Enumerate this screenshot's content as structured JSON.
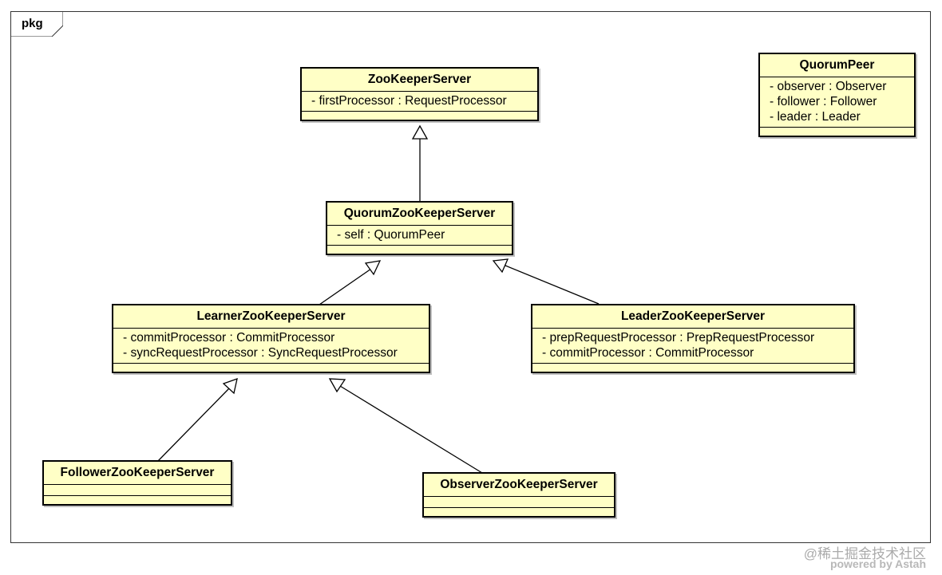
{
  "frame": {
    "label": "pkg"
  },
  "classes": {
    "zookeeper_server": {
      "name": "ZooKeeperServer",
      "attributes": [
        "- firstProcessor : RequestProcessor"
      ]
    },
    "quorum_peer": {
      "name": "QuorumPeer",
      "attributes": [
        "- observer : Observer",
        "- follower : Follower",
        "- leader : Leader"
      ]
    },
    "quorum_zookeeper_server": {
      "name": "QuorumZooKeeperServer",
      "attributes": [
        "- self : QuorumPeer"
      ]
    },
    "learner_zookeeper_server": {
      "name": "LearnerZooKeeperServer",
      "attributes": [
        "- commitProcessor : CommitProcessor",
        "- syncRequestProcessor : SyncRequestProcessor"
      ]
    },
    "leader_zookeeper_server": {
      "name": "LeaderZooKeeperServer",
      "attributes": [
        "- prepRequestProcessor : PrepRequestProcessor",
        "- commitProcessor : CommitProcessor"
      ]
    },
    "follower_zookeeper_server": {
      "name": "FollowerZooKeeperServer",
      "attributes": []
    },
    "observer_zookeeper_server": {
      "name": "ObserverZooKeeperServer",
      "attributes": []
    }
  },
  "generalizations": [
    {
      "from": "QuorumZooKeeperServer",
      "to": "ZooKeeperServer"
    },
    {
      "from": "LearnerZooKeeperServer",
      "to": "QuorumZooKeeperServer"
    },
    {
      "from": "LeaderZooKeeperServer",
      "to": "QuorumZooKeeperServer"
    },
    {
      "from": "FollowerZooKeeperServer",
      "to": "LearnerZooKeeperServer"
    },
    {
      "from": "ObserverZooKeeperServer",
      "to": "LearnerZooKeeperServer"
    }
  ],
  "watermarks": {
    "community": "@稀土掘金技术社区",
    "tool": "powered by Astah"
  }
}
